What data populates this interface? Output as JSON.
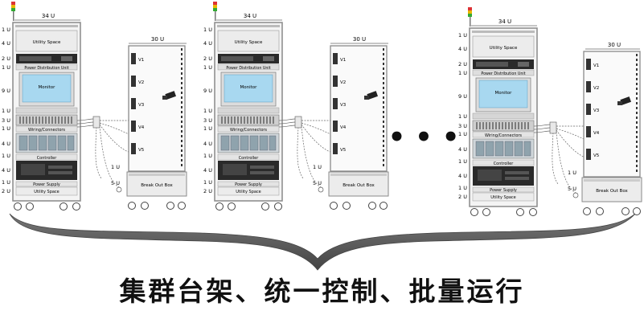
{
  "rack_height_label": "34 U",
  "box_height_label": "30 U",
  "left_units": [
    "1 U",
    "4 U",
    "2 U",
    "1 U",
    "9 U",
    "1 U",
    "3 U",
    "1 U",
    "4 U",
    "1 U",
    "4 U",
    "1 U",
    "2 U"
  ],
  "rack_modules": {
    "utility_top": "Utility Space",
    "pdu": "Power Distribution Unit",
    "monitor": "Monitor",
    "wiring": "Wiring/Connectors",
    "controller": "Controller",
    "power": "Power Supply",
    "utility_bottom": "Utility Space"
  },
  "box_slots": [
    "V1",
    "V2",
    "V3",
    "V4",
    "V5"
  ],
  "box_base": "Break Out Box",
  "cable_labels": [
    "1 U",
    "5 U"
  ],
  "ellipsis": "• • •",
  "caption": "集群台架、统一控制、批量运行",
  "colors": {
    "frame": "#8a8a8a",
    "panel": "#ececec",
    "monitor": "#a8d8f0",
    "dark": "#2a2a2a",
    "brace": "#555555"
  }
}
